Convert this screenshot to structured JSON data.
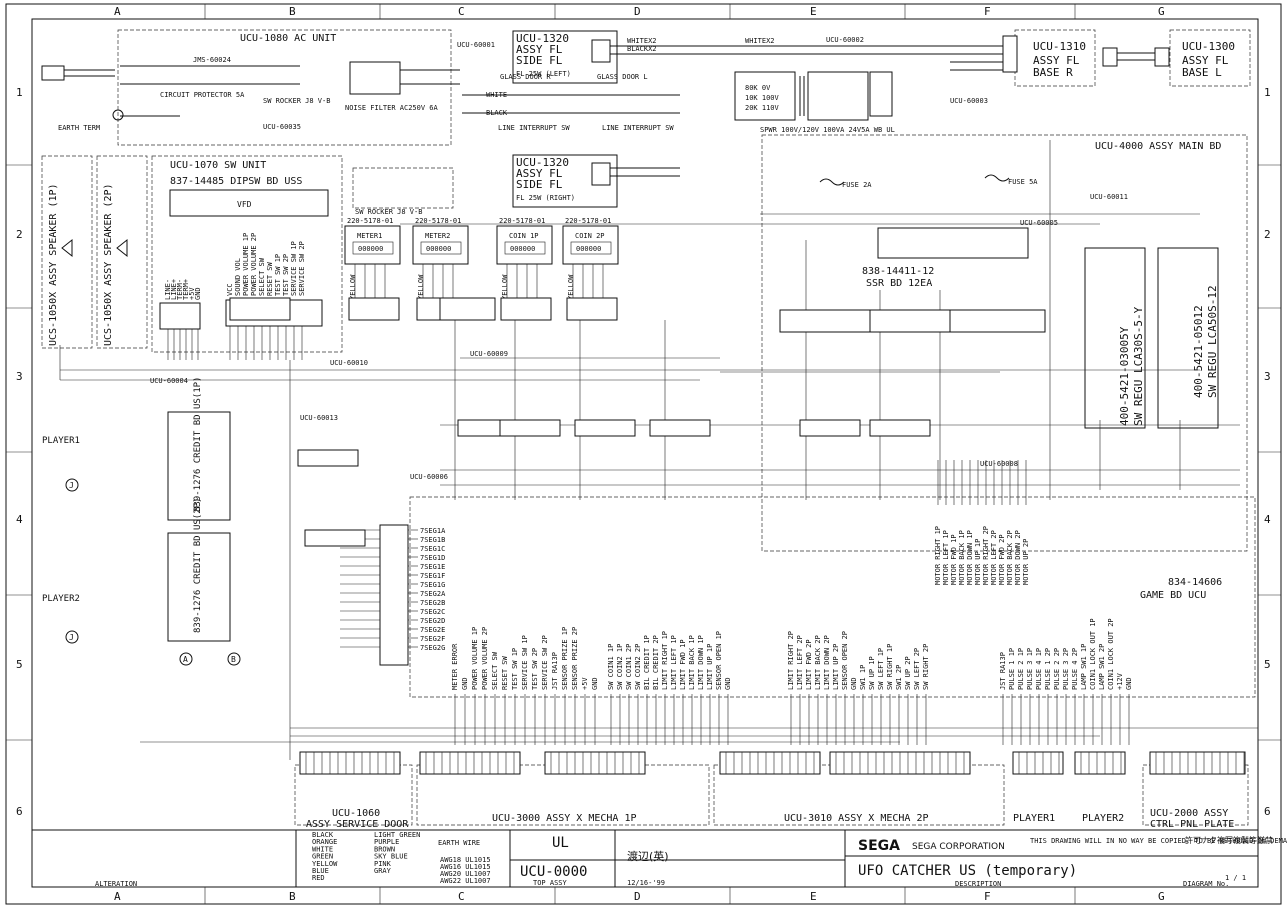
{
  "grid": {
    "columns": [
      "A",
      "B",
      "C",
      "D",
      "E",
      "F",
      "G"
    ],
    "rows": [
      "1",
      "2",
      "3",
      "4",
      "5",
      "6"
    ]
  },
  "units": {
    "ac_unit": "UCU-1080 AC UNIT",
    "sw_unit": "UCU-1070 SW UNIT",
    "dipsw_bd": "837-14485 DIPSW BD USS",
    "vfd": "VFD",
    "side_fl_left_1": "UCU-1320",
    "side_fl_left_2": "ASSY FL",
    "side_fl_left_3": "SIDE FL",
    "side_fl_left_4": "FL 25W (LEFT)",
    "side_fl_right_1": "UCU-1320",
    "side_fl_right_2": "ASSY FL",
    "side_fl_right_3": "SIDE FL",
    "side_fl_right_4": "FL 25W (RIGHT)",
    "base_r_1": "UCU-1310",
    "base_r_2": "ASSY FL",
    "base_r_3": "BASE R",
    "base_l_1": "UCU-1300",
    "base_l_2": "ASSY FL",
    "base_l_3": "BASE L",
    "main_bd": "UCU-4000 ASSY MAIN BD",
    "speaker_1p": "UCS-1050X ASSY SPEAKER (1P)",
    "speaker_2p": "UCS-1050X ASSY SPEAKER (2P)",
    "ssr_bd_1": "838-14411-12",
    "ssr_bd_2": "SSR BD 12EA",
    "sw_regu_1a": "400-5421-03005Y",
    "sw_regu_1b": "SW REGU LCA30S-5-Y",
    "sw_regu_2a": "400-5421-05012",
    "sw_regu_2b": "SW REGU LCA50S-12",
    "game_bd_1": "834-14606",
    "game_bd_2": "GAME BD UCU",
    "credit_bd_1p": "839-1276 CREDIT BD US(1P)",
    "credit_bd_2p": "839-1276 CREDIT BD US(2P)",
    "service_door_1": "UCU-1060",
    "service_door_2": "ASSY SERVICE DOOR",
    "mecha_1p": "UCU-3000 ASSY X MECHA 1P",
    "mecha_2p": "UCU-3010 ASSY X MECHA 2P",
    "player1": "PLAYER1",
    "player2": "PLAYER2",
    "ctrl_pnl_1": "UCU-2000 ASSY",
    "ctrl_pnl_2": "CTRL PNL PLATE",
    "player1_lbl": "PLAYER1",
    "player2_lbl": "PLAYER2"
  },
  "meters": [
    "METER1",
    "METER2",
    "COIN 1P",
    "COIN 2P"
  ],
  "meter_part": "220-5178-01",
  "meter_reading": "000000",
  "small_labels": {
    "circuit_protector": "CIRCUIT PROTECTOR 5A",
    "sw_rocker": "SW ROCKER J8 V-B",
    "noise_filter": "NOISE FILTER AC250V 6A",
    "earth_term": "EARTH TERM",
    "glass_door_r": "GLASS DOOR R",
    "glass_door_l": "GLASS DOOR L",
    "line_interrupt_1": "LINE INTERRUPT SW",
    "line_interrupt_2": "LINE INTERRUPT SW",
    "fuse_2a": "FUSE 2A",
    "fuse_5a": "FUSE 5A",
    "sw_rocker2": "SW ROCKER J8 V-B",
    "transformer": "SPWR 100V/120V 100VA 24V5A WB UL",
    "mark_a": "A",
    "mark_b": "B"
  },
  "wire_colors": {
    "white_x2": "WHITEX2",
    "black_x2": "BLACKX2",
    "white": "WHITE",
    "black": "BLACK",
    "yellow": "YELLOW"
  },
  "speaker_pins": [
    "LINE-",
    "LINE+",
    "TERM-",
    "TERM+",
    "+5V",
    "GND"
  ],
  "dipsw_pins": [
    "VCC",
    "SOUND VOL",
    "POWER VOLUME 1P",
    "POWER VOLUME 2P",
    "SELECT SW",
    "RESET SW",
    "TEST SW 1P",
    "TEST SW 2P",
    "SERVICE SW 1P",
    "SERVICE SW 2P"
  ],
  "tseg_pins": [
    "7SEG1A",
    "7SEG1B",
    "7SEG1C",
    "7SEG1D",
    "7SEG1E",
    "7SEG1F",
    "7SEG1G",
    "7SEG2A",
    "7SEG2B",
    "7SEG2C",
    "7SEG2D",
    "7SEG2E",
    "7SEG2F",
    "7SEG2G"
  ],
  "game_bd_pins_a": [
    "METER ERROR",
    "GND",
    "POWER VOLUME 1P",
    "POWER VOLUME 2P",
    "SELECT SW",
    "RESET SW",
    "TEST SW 1P",
    "SERVICE SW 1P",
    "TEST SW 2P",
    "SERVICE SW 2P",
    "JST RA13P",
    "SENSOR PRIZE 1P",
    "SENSOR PRIZE 2P",
    "+5V",
    "GND"
  ],
  "game_bd_pins_b": [
    "SW COIN1 1P",
    "SW COIN2 1P",
    "SW COIN1 2P",
    "SW COIN2 2P",
    "BIL CREDIT 1P",
    "BIL CREDIT 2P",
    "LIMIT RIGHT 1P",
    "LIMIT LEFT 1P",
    "LIMIT FWD 1P",
    "LIMIT BACK 1P",
    "LIMIT DOWN 1P",
    "LIMIT UP 1P",
    "SENSOR OPEN 1P",
    "GND"
  ],
  "game_bd_pins_c": [
    "LIMIT RIGHT 2P",
    "LIMIT LEFT 2P",
    "LIMIT FWD 2P",
    "LIMIT BACK 2P",
    "LIMIT DOWN 2P",
    "LIMIT UP 2P",
    "SENSOR OPEN 2P",
    "GND",
    "SW1 1P",
    "SW UP 1P",
    "SW LEFT 1P",
    "SW RIGHT 1P",
    "SW1 2P",
    "SW UP 2P",
    "SW LEFT 2P",
    "SW RIGHT 2P"
  ],
  "game_bd_pins_d": [
    "JST RA13P",
    "PULSE 1 1P",
    "PULSE 2 1P",
    "PULSE 3 1P",
    "PULSE 4 1P",
    "PULSE 1 2P",
    "PULSE 2 2P",
    "PULSE 3 2P",
    "PULSE 4 2P",
    "LAMP SW1 1P",
    "COIN1 LOCK OUT 1P",
    "LAMP SW1 2P",
    "COIN1 LOCK OUT 2P",
    "+12V",
    "GND"
  ],
  "motor_pins": [
    "MOTOR RIGHT 1P",
    "MOTOR LEFT 1P",
    "MOTOR FWD 1P",
    "MOTOR BACK 1P",
    "MOTOR DOWN 1P",
    "MOTOR UP 1P",
    "MOTOR RIGHT 2P",
    "MOTOR LEFT 2P",
    "MOTOR FWD 2P",
    "MOTOR BACK 2P",
    "MOTOR DOWN 2P",
    "MOTOR UP 2P"
  ],
  "title_block": {
    "legend": [
      "BLACK",
      "ORANGE",
      "WHITE",
      "GREEN",
      "YELLOW",
      "BLUE",
      "RED",
      "LIGHT GREEN",
      "PURPLE",
      "BROWN",
      "SKY BLUE",
      "PINK",
      "GRAY"
    ],
    "wire_gauge": [
      "AWG18 UL1015",
      "AWG16 UL1015",
      "AWG20 UL1007",
      "AWG22 UL1007"
    ],
    "earth_wire": "EARTH WIRE",
    "ul": "UL",
    "drawing_no": "UCU-0000",
    "designer": "渡辺(英)",
    "date": "12/16-'99",
    "company": "SEGA CORPORATION",
    "notice": "THIS DRAWING WILL IN NO WAY BE COPIED. TO BE RETURNED ON DEMAND.",
    "stamp": "許可ナク複写複製等厳禁",
    "title": "UFO CATCHER US (temporary)",
    "sheet": "1 / 1",
    "alteration": "ALTERATION",
    "description": "DESCRIPTION",
    "diagram_no": "DIAGRAM No.",
    "top_assy": "TOP ASSY"
  },
  "codes": {
    "ucu_60001": "UCU-60001",
    "ucu_60002": "UCU-60002",
    "ucu_60003": "UCU-60003",
    "ucu_60004": "UCU-60004",
    "ucu_60005": "UCU-60005",
    "ucu_60006": "UCU-60006",
    "ucu_60008": "UCU-60008",
    "ucu_60009": "UCU-60009",
    "ucu_60010": "UCU-60010",
    "ucu_60011": "UCU-60011",
    "ucu_60013": "UCU-60013",
    "jms_60024": "JMS-60024"
  }
}
